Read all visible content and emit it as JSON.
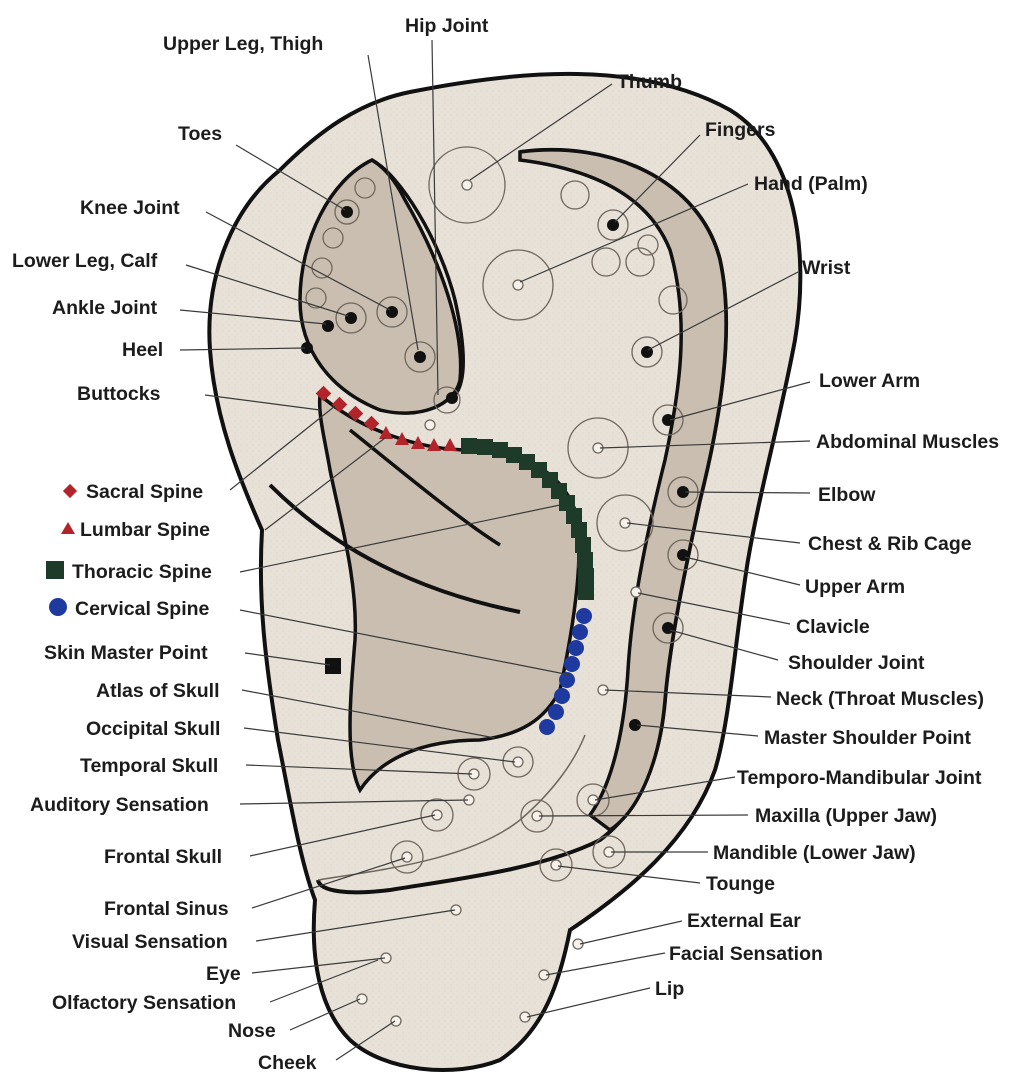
{
  "colors": {
    "ear_outer": "#e8e1d8",
    "ear_inner": "#c9beb0",
    "outline": "#111111",
    "sacral": "#b3242a",
    "lumbar": "#b3242a",
    "thoracic": "#1e3a28",
    "cervical": "#1f3a9e"
  },
  "legend": {
    "sacral": "Sacral Spine",
    "lumbar": "Lumbar Spine",
    "thoracic": "Thoracic Spine",
    "cervical": "Cervical Spine"
  },
  "labels": {
    "hip_joint": "Hip Joint",
    "upper_leg": "Upper Leg, Thigh",
    "thumb": "Thumb",
    "toes": "Toes",
    "fingers": "Fingers",
    "hand": "Hand (Palm)",
    "knee": "Knee Joint",
    "wrist": "Wrist",
    "lower_leg": "Lower Leg, Calf",
    "ankle": "Ankle Joint",
    "heel": "Heel",
    "lower_arm": "Lower Arm",
    "buttocks": "Buttocks",
    "abdominal": "Abdominal Muscles",
    "elbow": "Elbow",
    "chest": "Chest & Rib Cage",
    "upper_arm": "Upper Arm",
    "clavicle": "Clavicle",
    "skin_master": "Skin Master Point",
    "shoulder_joint": "Shoulder Joint",
    "atlas": "Atlas of Skull",
    "neck": "Neck (Throat Muscles)",
    "occipital": "Occipital Skull",
    "master_shoulder": "Master Shoulder Point",
    "temporal": "Temporal Skull",
    "tmj": "Temporo-Mandibular Joint",
    "auditory": "Auditory Sensation",
    "maxilla": "Maxilla (Upper Jaw)",
    "frontal_skull": "Frontal Skull",
    "mandible": "Mandible (Lower Jaw)",
    "tounge": "Tounge",
    "frontal_sinus": "Frontal Sinus",
    "external_ear": "External Ear",
    "visual": "Visual Sensation",
    "facial": "Facial Sensation",
    "eye": "Eye",
    "lip": "Lip",
    "olfactory": "Olfactory Sensation",
    "nose": "Nose",
    "cheek": "Cheek"
  }
}
